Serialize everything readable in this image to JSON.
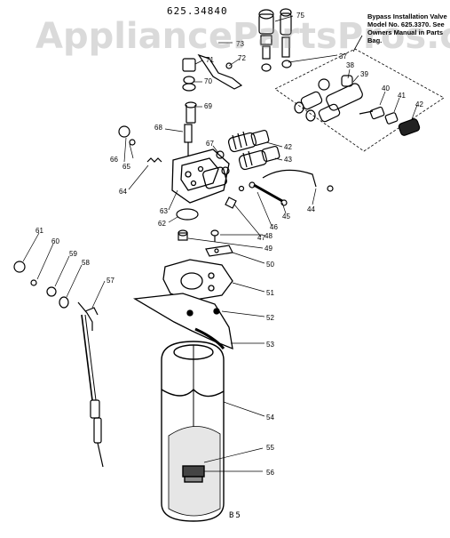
{
  "watermark": "AppliancePartsPros.com",
  "model_number": "625.34840",
  "bypass_note": "Bypass Installation Valve Model No. 625.3370. See Owners Manual in Parts Bag.",
  "footer_code": "B5",
  "callouts": [
    "37",
    "38",
    "39",
    "40",
    "41",
    "42",
    "43",
    "44",
    "45",
    "46",
    "47",
    "48",
    "49",
    "50",
    "51",
    "52",
    "53",
    "54",
    "55",
    "56",
    "57",
    "58",
    "59",
    "60",
    "61",
    "62",
    "63",
    "64",
    "65",
    "66",
    "67",
    "68",
    "69",
    "70",
    "71",
    "72",
    "73",
    "75"
  ]
}
